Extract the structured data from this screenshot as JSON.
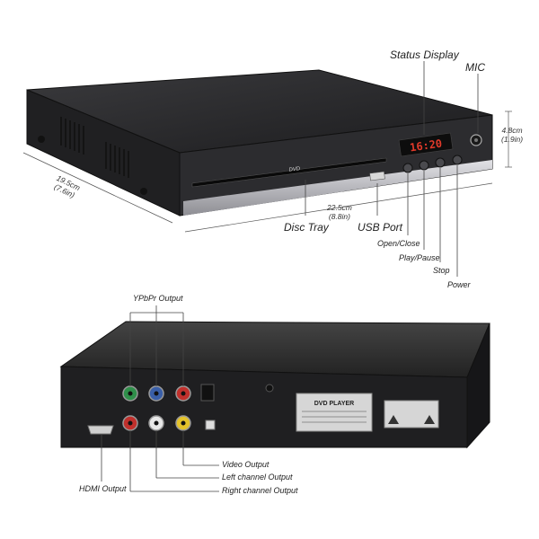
{
  "top_view": {
    "display_time": "16:20",
    "disc_tray_logo": "DVD",
    "callouts": {
      "status_display": "Status Display",
      "mic": "MIC",
      "disc_tray": "Disc Tray",
      "usb_port": "USB Port",
      "open_close": "Open/Close",
      "play_pause": "Play/Pause",
      "stop": "Stop",
      "power": "Power"
    },
    "dimensions": {
      "depth_cm": "19.5cm",
      "depth_in": "(7.6in)",
      "width_cm": "22.5cm",
      "width_in": "(8.8in)",
      "height_cm": "4.8cm",
      "height_in": "(1.9in)"
    }
  },
  "back_view": {
    "label_title": "DVD PLAYER",
    "callouts": {
      "ypbpr_output": "YPbPr Output",
      "hdmi_output": "HDMI Output",
      "video_output": "Video Output",
      "left_channel_output": "Left channel Output",
      "right_channel_output": "Right channel Output"
    }
  },
  "colors": {
    "body": "#2a2a2c",
    "panel_silver": "#b8b8bc",
    "jack_green": "#2f8f4a",
    "jack_blue": "#3a5fa8",
    "jack_red": "#c0302c",
    "jack_white": "#e8e8e8",
    "jack_yellow": "#e3c22a",
    "display_red": "#e23a2a"
  }
}
